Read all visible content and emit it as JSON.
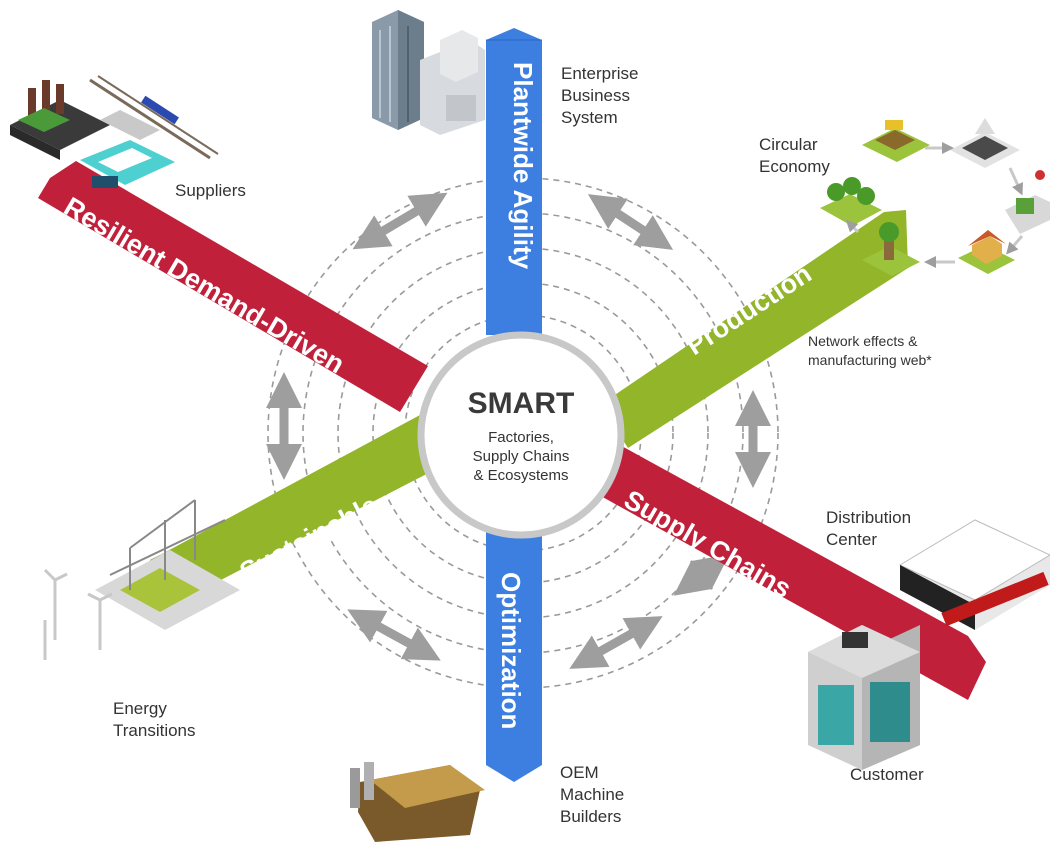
{
  "center": {
    "title": "SMART",
    "subtitle_lines": [
      "Factories,",
      "Supply Chains",
      "& Ecosystems"
    ]
  },
  "axes": {
    "plantwide_agility": "Plantwide Agility",
    "optimization": "Optimization",
    "resilient_demand_driven": "Resilient Demand-Driven",
    "supply_chains": "Supply Chains",
    "production": "Production",
    "sustainable": "Sustainable"
  },
  "nodes": {
    "enterprise": [
      "Enterprise",
      "Business",
      "System"
    ],
    "suppliers": "Suppliers",
    "circular_economy": [
      "Circular",
      "Economy"
    ],
    "network_effects": [
      "Network effects &",
      "manufacturing web*"
    ],
    "distribution_center": [
      "Distribution",
      "Center"
    ],
    "customer": "Customer",
    "energy_transitions": [
      "Energy",
      "Transitions"
    ],
    "oem": [
      "OEM",
      "Machine",
      "Builders"
    ]
  },
  "colors": {
    "blue_axis": "#3d7fe0",
    "red_axis": "#c0203a",
    "green_axis": "#93b52a",
    "ring": "#9a9a9a",
    "arrow": "#9e9e9e",
    "center_border": "#c8c8c8",
    "center_title": "#3a3a3a",
    "label_text": "#333333"
  }
}
